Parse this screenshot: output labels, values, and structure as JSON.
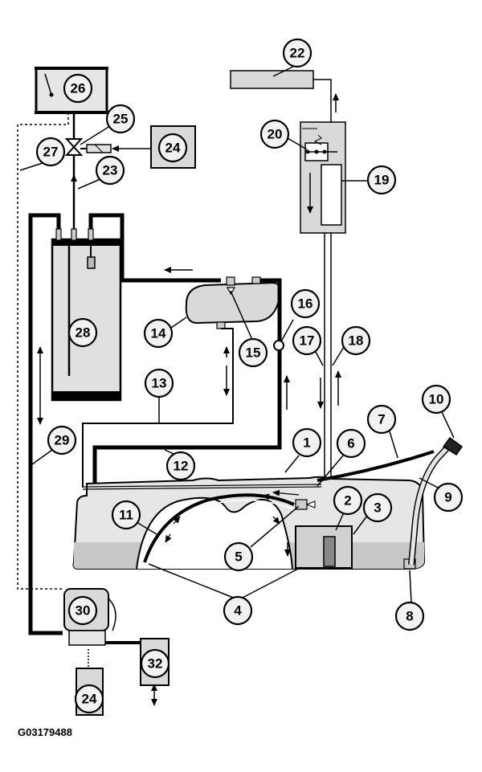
{
  "figure_code": "G03179488",
  "callouts": [
    "1",
    "2",
    "3",
    "4",
    "5",
    "6",
    "7",
    "8",
    "9",
    "10",
    "11",
    "12",
    "13",
    "14",
    "15",
    "16",
    "17",
    "18",
    "19",
    "20",
    "22",
    "23",
    "24",
    "25",
    "26",
    "27",
    "28",
    "29",
    "30",
    "32"
  ],
  "colors": {
    "fill": "#d9d9d9",
    "line": "#000000",
    "background": "#ffffff"
  }
}
